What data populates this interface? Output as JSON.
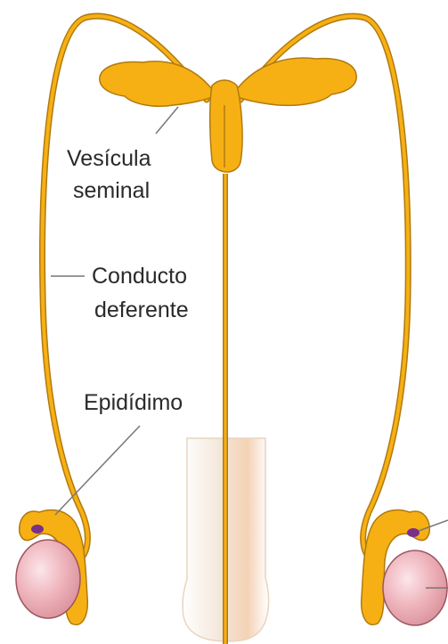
{
  "labels": {
    "vesicula_line1": "Vesícula",
    "vesicula_line2": "seminal",
    "conducto_line1": "Conducto",
    "conducto_line2": "deferente",
    "epididimo": "Epidídimo"
  },
  "colors": {
    "duct_fill": "#f7b013",
    "duct_outline": "#b07a10",
    "testis_fill": "#e9a8b0",
    "testis_highlight": "#fbe6ea",
    "testis_outline": "#9b5560",
    "marker": "#7a2f8a",
    "penis_fill": "#f6e2cc",
    "leader_line": "#777777",
    "text": "#2a2a2a"
  },
  "icons": {
    "left_testis": "testis-icon",
    "right_testis": "testis-icon"
  }
}
